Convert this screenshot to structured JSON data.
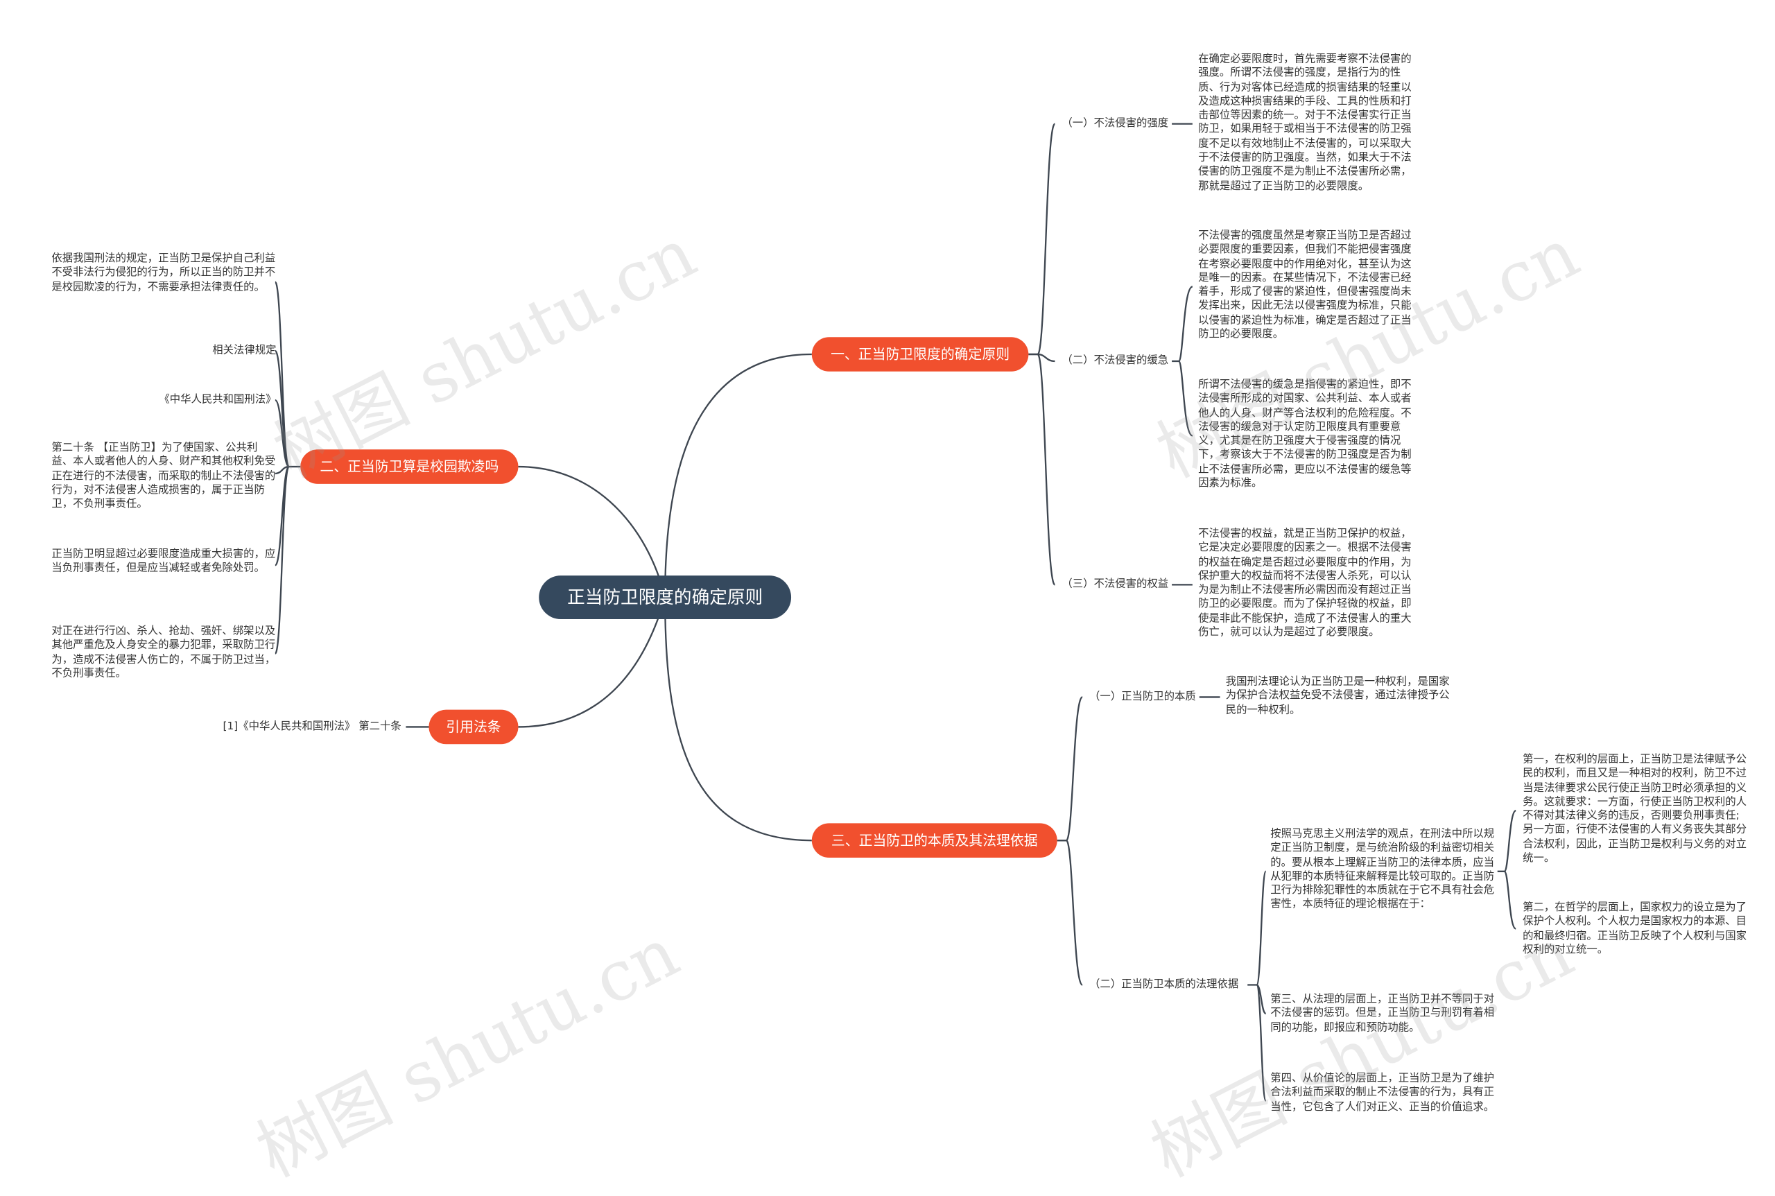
{
  "root": "正当防卫限度的确定原则",
  "branches": {
    "b1": {
      "label": "一、正当防卫限度的确定原则",
      "subs": [
        {
          "label": "（一）不法侵害的强度",
          "texts": [
            "在确定必要限度时，首先需要考察不法侵害的强度。所谓不法侵害的强度，是指行为的性质、行为对客体已经造成的损害结果的轻重以及造成这种损害结果的手段、工具的性质和打击部位等因素的统一。对于不法侵害实行正当防卫，如果用轻于或相当于不法侵害的防卫强度不足以有效地制止不法侵害的，可以采取大于不法侵害的防卫强度。当然，如果大于不法侵害的防卫强度不是为制止不法侵害所必需，那就是超过了正当防卫的必要限度。"
          ]
        },
        {
          "label": "（二）不法侵害的缓急",
          "texts": [
            "不法侵害的强度虽然是考察正当防卫是否超过必要限度的重要因素，但我们不能把侵害强度在考察必要限度中的作用绝对化，甚至认为这是唯一的因素。在某些情况下，不法侵害已经着手，形成了侵害的紧迫性，但侵害强度尚未发挥出来，因此无法以侵害强度为标准，只能以侵害的紧迫性为标准，确定是否超过了正当防卫的必要限度。",
            "所谓不法侵害的缓急是指侵害的紧迫性，即不法侵害所形成的对国家、公共利益、本人或者他人的人身、财产等合法权利的危险程度。不法侵害的缓急对于认定防卫限度具有重要意义，尤其是在防卫强度大于侵害强度的情况下，考察该大于不法侵害的防卫强度是否为制止不法侵害所必需，更应以不法侵害的缓急等因素为标准。"
          ]
        },
        {
          "label": "（三）不法侵害的权益",
          "texts": [
            "不法侵害的权益，就是正当防卫保护的权益，它是决定必要限度的因素之一。根据不法侵害的权益在确定是否超过必要限度中的作用，为保护重大的权益而将不法侵害人杀死，可以认为是为制止不法侵害所必需因而没有超过正当防卫的必要限度。而为了保护轻微的权益，即使是非此不能保护，造成了不法侵害人的重大伤亡，就可以认为是超过了必要限度。"
          ]
        }
      ]
    },
    "b2": {
      "label": "二、正当防卫算是校园欺凌吗",
      "items": [
        "依据我国刑法的规定，正当防卫是保护自己利益不受非法行为侵犯的行为，所以正当的防卫并不是校园欺凌的行为，不需要承担法律责任的。",
        "相关法律规定",
        "《中华人民共和国刑法》",
        "第二十条 【正当防卫】为了使国家、公共利益、本人或者他人的人身、财产和其他权利免受正在进行的不法侵害，而采取的制止不法侵害的行为，对不法侵害人造成损害的，属于正当防卫，不负刑事责任。",
        "正当防卫明显超过必要限度造成重大损害的，应当负刑事责任，但是应当减轻或者免除处罚。",
        "对正在进行行凶、杀人、抢劫、强奸、绑架以及其他严重危及人身安全的暴力犯罪，采取防卫行为，造成不法侵害人伤亡的，不属于防卫过当，不负刑事责任。"
      ]
    },
    "b3": {
      "label": "引用法条",
      "items": [
        "[1]《中华人民共和国刑法》 第二十条"
      ]
    },
    "b4": {
      "label": "三、正当防卫的本质及其法理依据",
      "sub1": {
        "label": "（一）正当防卫的本质",
        "text": "我国刑法理论认为正当防卫是一种权利，是国家为保护合法权益免受不法侵害，通过法律授予公民的一种权利。"
      },
      "sub2": {
        "label": "（二）正当防卫本质的法理依据",
        "intro": "按照马克思主义刑法学的观点，在刑法中所以规定正当防卫制度，是与统治阶级的利益密切相关的。要从根本上理解正当防卫的法律本质，应当从犯罪的本质特征来解释是比较可取的。正当防卫行为排除犯罪性的本质就在于它不具有社会危害性，本质特征的理论根据在于：",
        "points": [
          "第一，在权利的层面上，正当防卫是法律赋予公民的权利，而且又是一种相对的权利，防卫不过当是法律要求公民行使正当防卫时必须承担的义务。这就要求：一方面，行使正当防卫权利的人不得对其法律义务的违反，否则要负刑事责任;另一方面，行使不法侵害的人有义务丧失其部分合法权利，因此，正当防卫是权利与义务的对立统一。",
          "第二，在哲学的层面上，国家权力的设立是为了保护个人权利。个人权力是国家权力的本源、目的和最终归宿。正当防卫反映了个人权利与国家权利的对立统一。"
        ],
        "others": [
          "第三、从法理的层面上，正当防卫并不等同于对不法侵害的惩罚。但是，正当防卫与刑罚有着相同的功能，即报应和预防功能。",
          "第四、从价值论的层面上，正当防卫是为了维护合法利益而采取的制止不法侵害的行为，具有正当性，它包含了人们对正义、正当的价值追求。"
        ]
      }
    }
  },
  "watermark": "树图 shutu.cn",
  "colors": {
    "root": "#35495e",
    "branch": "#f1502e",
    "line": "#3e4650"
  }
}
